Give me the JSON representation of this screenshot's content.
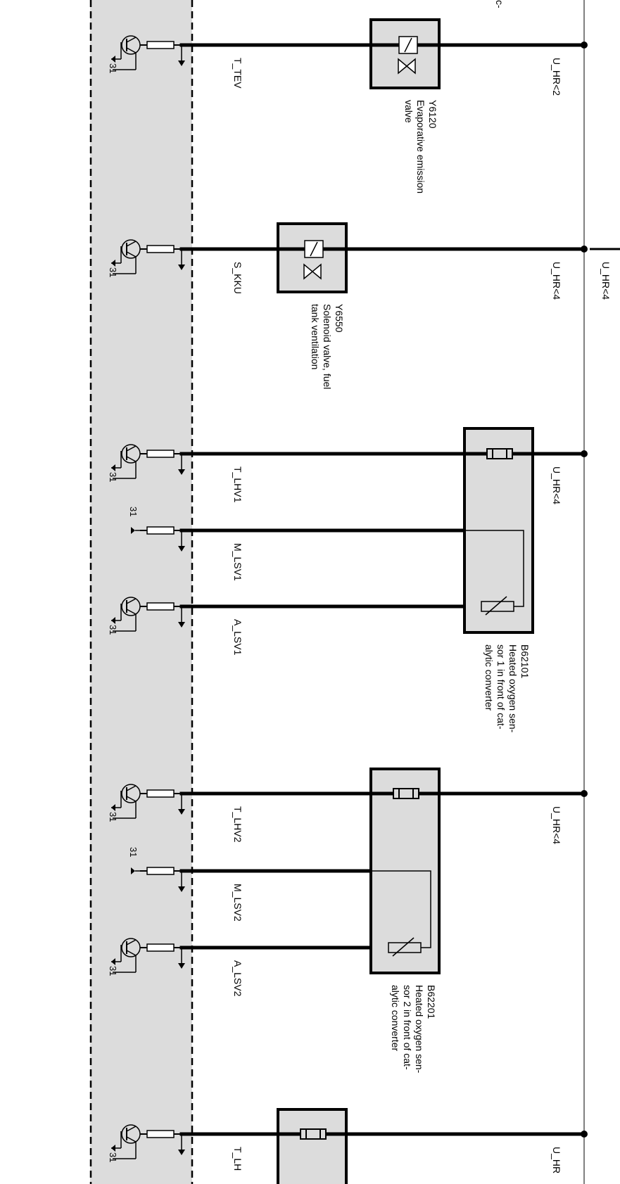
{
  "labels": {
    "partial_top": "c-",
    "u_hr2": "U_HR<2",
    "u_hr4_a": "U_HR<4",
    "u_hr4_right": "U_HR<4",
    "u_hr4_b": "U_HR<4",
    "u_hr4_c": "U_HR<4",
    "u_hr_bottom": "U_HR",
    "t_tev": "T_TEV",
    "s_kku": "S_KKU",
    "t_lhv1": "T_LHV1",
    "m_lsv1": "M_LSV1",
    "a_lsv1": "A_LSV1",
    "t_lhv2": "T_LHV2",
    "m_lsv2": "M_LSV2",
    "a_lsv2": "A_LSV2",
    "t_lh_bottom": "T_LH",
    "ground": "31"
  },
  "components": {
    "y6120": {
      "id": "Y6120",
      "desc1": "Evaporative emission",
      "desc2": "valve"
    },
    "y6550": {
      "id": "Y6550",
      "desc1": "Solenoid valve, fuel",
      "desc2": "tank ventilation"
    },
    "b62101": {
      "id": "B62101",
      "desc1": "Heated oxygen sen-",
      "desc2": "sor 1 in front of cat-",
      "desc3": "alytic converter"
    },
    "b62201": {
      "id": "B62201",
      "desc1": "Heated oxygen sen-",
      "desc2": "sor 2 in front of cat-",
      "desc3": "alytic converter"
    }
  },
  "colors": {
    "panel": "#dcdcdc",
    "line": "#000000"
  }
}
